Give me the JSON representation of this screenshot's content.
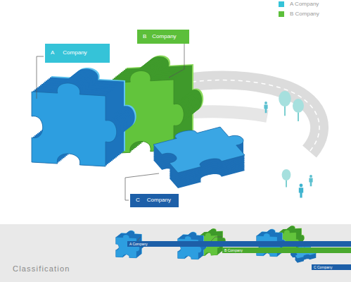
{
  "diagram": {
    "nodes": [
      {
        "text": [
          "A",
          "Company"
        ]
      },
      {
        "text": [
          "B",
          "Company"
        ]
      },
      {
        "text": [
          "C",
          "Company"
        ]
      }
    ],
    "labels": [
      "Classification",
      "A Company",
      "B Company",
      "C Company"
    ],
    "legend": [
      {
        "text": "A Company",
        "color": "#35c3d8"
      },
      {
        "text": "B Company",
        "color": "#5cbf3a"
      }
    ]
  }
}
